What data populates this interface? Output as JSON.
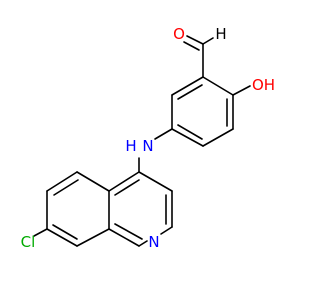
{
  "colors": {
    "carbon_bond": "#000000",
    "oxygen": "#ff0000",
    "nitrogen_amine": "#0000ff",
    "nitrogen_ring": "#0000ff",
    "chlorine": "#00aa00",
    "background": "#ffffff"
  },
  "atoms": {
    "aldehyde_o": "O",
    "aldehyde_h": "H",
    "hydroxyl": "OH",
    "amine_n": "N",
    "amine_h": "H",
    "ring_n": "N",
    "chlorine": "Cl"
  }
}
